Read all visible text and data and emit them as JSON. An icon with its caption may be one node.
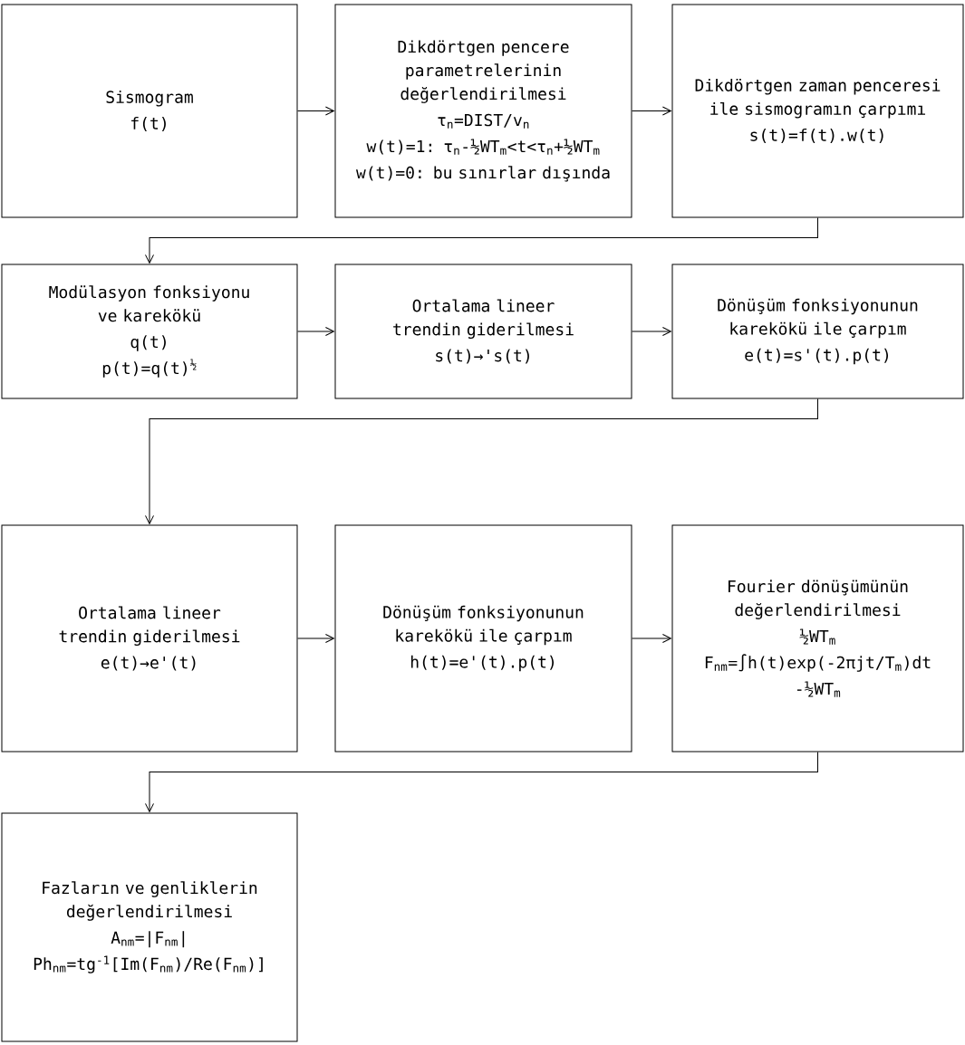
{
  "diagram": {
    "nodes": [
      {
        "text": [
          "Sismogram",
          "f(t)"
        ]
      },
      {
        "text": [
          "Dikdörtgen pencere parametrelerinin değerlendirilmesi",
          "τ$_{n}$=DIST/v$_{n}$",
          "w(t)=1: τ$_{n}$-½WT$_{m}$<t<τ$_{n}$+½WT$_{m}$",
          "w(t)=0: bu sınırlar dışında"
        ]
      },
      {
        "text": [
          "Dikdörtgen zaman penceresi ile sismogramın çarpımı",
          "s(t)=f(t).w(t)"
        ]
      },
      {
        "text": [
          "Modülasyon fonksiyonu ve karekökü",
          "q(t)",
          "p(t)=q(t)$^{½}$"
        ]
      },
      {
        "text": [
          "Ortalama lineer trendin giderilmesi",
          "s(t)→'s(t)"
        ]
      },
      {
        "text": [
          "Dönüşüm fonksiyonunun karekökü ile çarpım",
          "e(t)=s'(t).p(t)"
        ]
      },
      {
        "text": [
          "Ortalama lineer trendin giderilmesi",
          "e(t)→e'(t)"
        ]
      },
      {
        "text": [
          "Dönüşüm fonksiyonunun karekökü ile çarpım",
          "h(t)=e'(t).p(t)"
        ]
      },
      {
        "text": [
          "Fourier dönüşümünün değerlendirilmesi",
          "½WT$_{m}$",
          "F$_{nm}$=∫h(t)exp(-2πjt/T$_{m}$)dt",
          "-½WT$_{m}$"
        ]
      },
      {
        "text": [
          "Fazların ve genliklerin değerlendirilmesi",
          "A$_{nm}$=|F$_{nm}$|",
          "Ph$_{nm}$=tg$^{-1}$[Im(F$_{nm}$)/Re(F$_{nm}$)]"
        ]
      }
    ],
    "edges": [
      {
        "from": 0,
        "to": 1,
        "arrow": "to"
      },
      {
        "from": 1,
        "to": 2,
        "arrow": "to"
      },
      {
        "from": 2,
        "to": 3,
        "arrow": "to"
      },
      {
        "from": 3,
        "to": 4,
        "arrow": "to"
      },
      {
        "from": 4,
        "to": 5,
        "arrow": "to"
      },
      {
        "from": 5,
        "to": 6,
        "arrow": "to"
      },
      {
        "from": 6,
        "to": 7,
        "arrow": "to"
      },
      {
        "from": 7,
        "to": 8,
        "arrow": "to"
      },
      {
        "from": 8,
        "to": 9,
        "arrow": "to"
      }
    ]
  }
}
